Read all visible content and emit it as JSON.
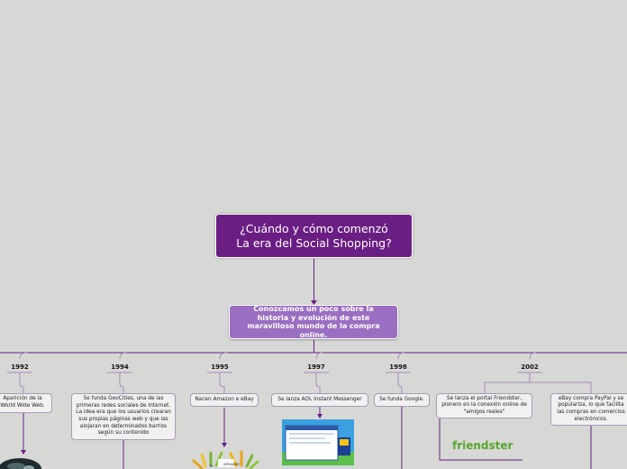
{
  "main_topic": {
    "line1": "¿Cuándo y cómo comenzó",
    "line2": "La era del Social Shopping?"
  },
  "sub_topic": {
    "text": "Conozcamos un poco sobre la historia y evolución de este maravilloso mundo de la compra online."
  },
  "timeline": [
    {
      "year": "1992",
      "text": "Aparición de la World Wide Web."
    },
    {
      "year": "1994",
      "text": "Se funda GeoCities, una de las primeras redes sociales de Internet. La idea era que los usuarios crearan sus propias páginas web y que las alojaran en determinados barrios según su contenido"
    },
    {
      "year": "1995",
      "text": "Nacen Amazon e eBay"
    },
    {
      "year": "1997",
      "text": "Se lanza AOL Instant Messenger"
    },
    {
      "year": "1998",
      "text": "Se funda Google."
    },
    {
      "year": "2002",
      "text": "Se lanza el portal Friendster, pionero en la conexión online de \"amigos reales\""
    },
    {
      "year": "2002",
      "text": "eBay compra PayPal y se populariza, lo que facilita las compras en comercios electrónicos."
    }
  ],
  "images": {
    "friendster_logo": "friendster",
    "amazon_ebay_logo": "amazon ebay",
    "aol_screenshot": "aol-messenger-window",
    "www_globe": "globe-icon"
  },
  "colors": {
    "background": "#d7d8d6",
    "main_topic": "#6a1d83",
    "sub_topic": "#9a6ec1",
    "connector": "#6a1d83"
  }
}
